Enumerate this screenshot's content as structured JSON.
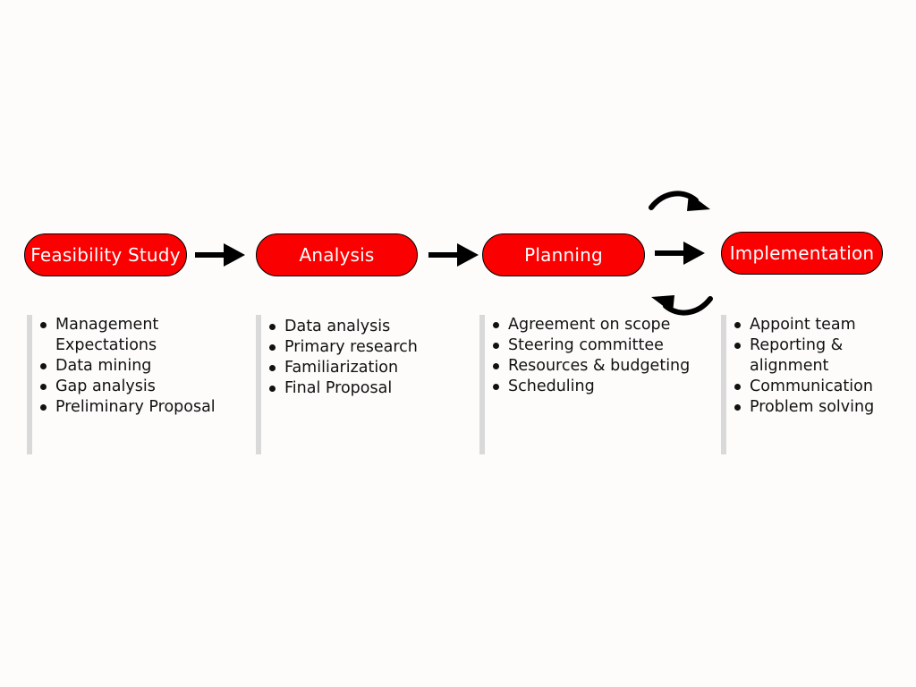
{
  "colors": {
    "stage_fill": "#fb0000",
    "stage_border": "#000000",
    "arrow": "#000000",
    "divider": "#d9d9d9",
    "background": "#fdfcfb"
  },
  "stages": [
    {
      "label": "Feasibility Study",
      "items": [
        "Management Expectations",
        "Data mining",
        "Gap analysis",
        "Preliminary Proposal"
      ]
    },
    {
      "label": "Analysis",
      "items": [
        "Data analysis",
        "Primary research",
        "Familiarization",
        "Final Proposal"
      ]
    },
    {
      "label": "Planning",
      "items": [
        "Agreement on scope",
        "Steering committee",
        "Resources & budgeting",
        "Scheduling"
      ]
    },
    {
      "label": "Implementation",
      "items": [
        "Appoint team",
        "Reporting & alignment",
        "Communication",
        "Problem solving"
      ]
    }
  ]
}
